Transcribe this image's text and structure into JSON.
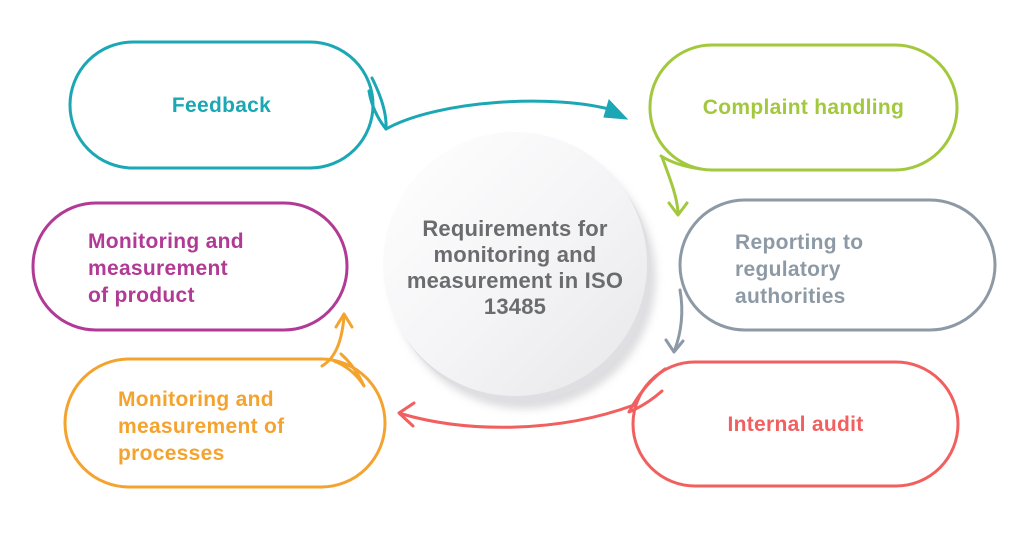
{
  "diagram_title": "Requirements for monitoring and measurement in ISO 13485",
  "center": {
    "lines": [
      "Requirements",
      "for monitoring",
      "and measurement",
      "in ISO 13485"
    ],
    "text_color": "#6b6c6f",
    "circle_top_color": "#ffffff",
    "circle_mid_color": "#f4f4f6",
    "circle_bottom_color": "#e7e7ea",
    "circle_shadow_color": "#c2c2c8"
  },
  "nodes": [
    {
      "id": "feedback",
      "lines": [
        "Feedback"
      ],
      "color": "#1ba7b4"
    },
    {
      "id": "complaint-handling",
      "lines": [
        "Complaint handling"
      ],
      "color": "#a2c83d"
    },
    {
      "id": "monitoring-product",
      "lines": [
        "Monitoring and",
        "measurement",
        "of product"
      ],
      "color": "#b13a95"
    },
    {
      "id": "reporting-regulatory",
      "lines": [
        "Reporting to",
        "regulatory",
        "authorities"
      ],
      "color": "#8d9aa6"
    },
    {
      "id": "monitoring-processes",
      "lines": [
        "Monitoring and",
        "measurement of",
        "processes"
      ],
      "color": "#f4a32f"
    },
    {
      "id": "internal-audit",
      "lines": [
        "Internal audit"
      ],
      "color": "#f15f5f"
    }
  ],
  "arrows": [
    {
      "id": "feedback-to-complaint-handling",
      "color": "#1ba7b4"
    },
    {
      "id": "complaint-handling-to-reporting",
      "color": "#a2c83d"
    },
    {
      "id": "reporting-to-internal-audit",
      "color": "#8d9aa6"
    },
    {
      "id": "internal-audit-to-processes",
      "color": "#f15f5f"
    },
    {
      "id": "processes-to-product",
      "color": "#f4a32f"
    }
  ]
}
